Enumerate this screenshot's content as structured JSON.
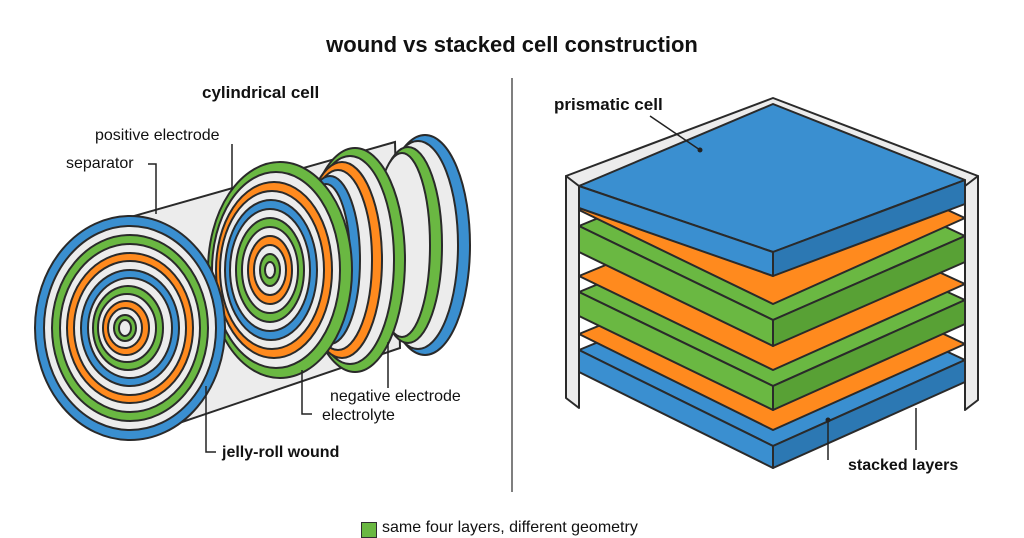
{
  "title": "wound vs stacked cell construction",
  "cylindrical": {
    "heading": "cylindrical cell",
    "labels": {
      "positive_electrode": "positive electrode",
      "separator": "separator",
      "negative_electrode": "negative electrode",
      "electrolyte": "electrolyte",
      "jelly_roll": "jelly-roll wound"
    }
  },
  "prismatic": {
    "heading": "prismatic cell",
    "labels": {
      "stacked_layers": "stacked layers"
    }
  },
  "legend": {
    "text": "same four layers, different geometry",
    "swatch_color": "#6ab842"
  },
  "colors": {
    "negative_electrode": "#3a8fd0",
    "positive_electrode": "#6ab842",
    "separator": "#ff8a1e",
    "electrolyte": "#ececec"
  }
}
